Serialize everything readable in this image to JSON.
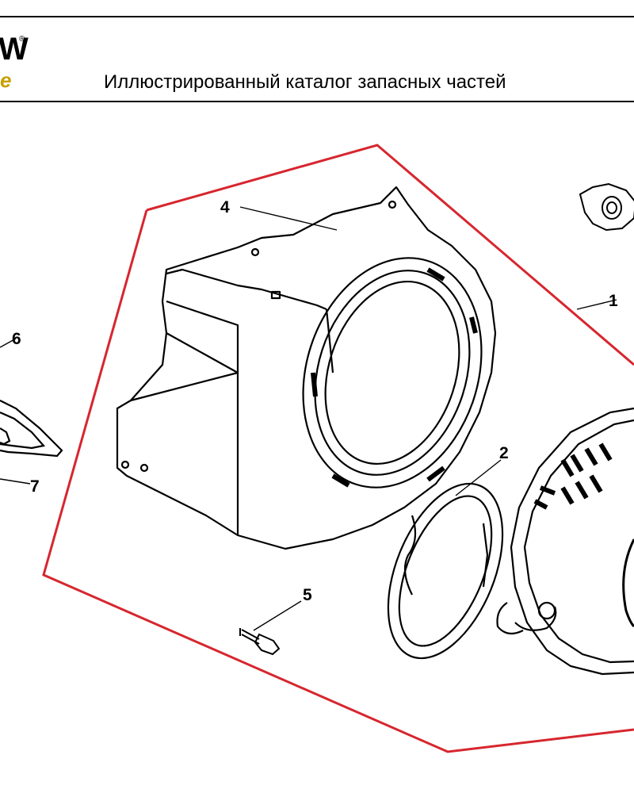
{
  "header": {
    "logo_top": "W",
    "logo_registered": "®",
    "logo_bottom": "e",
    "title": "Иллюстрированный каталог запасных частей"
  },
  "colors": {
    "assembly_outline": "#d7262e",
    "linework": "#000000",
    "logo_accent": "#c8a000"
  },
  "callouts": [
    {
      "id": "1",
      "label": "1"
    },
    {
      "id": "2",
      "label": "2"
    },
    {
      "id": "4",
      "label": "4"
    },
    {
      "id": "5",
      "label": "5"
    },
    {
      "id": "6",
      "label": "6"
    },
    {
      "id": "7",
      "label": "7"
    }
  ]
}
